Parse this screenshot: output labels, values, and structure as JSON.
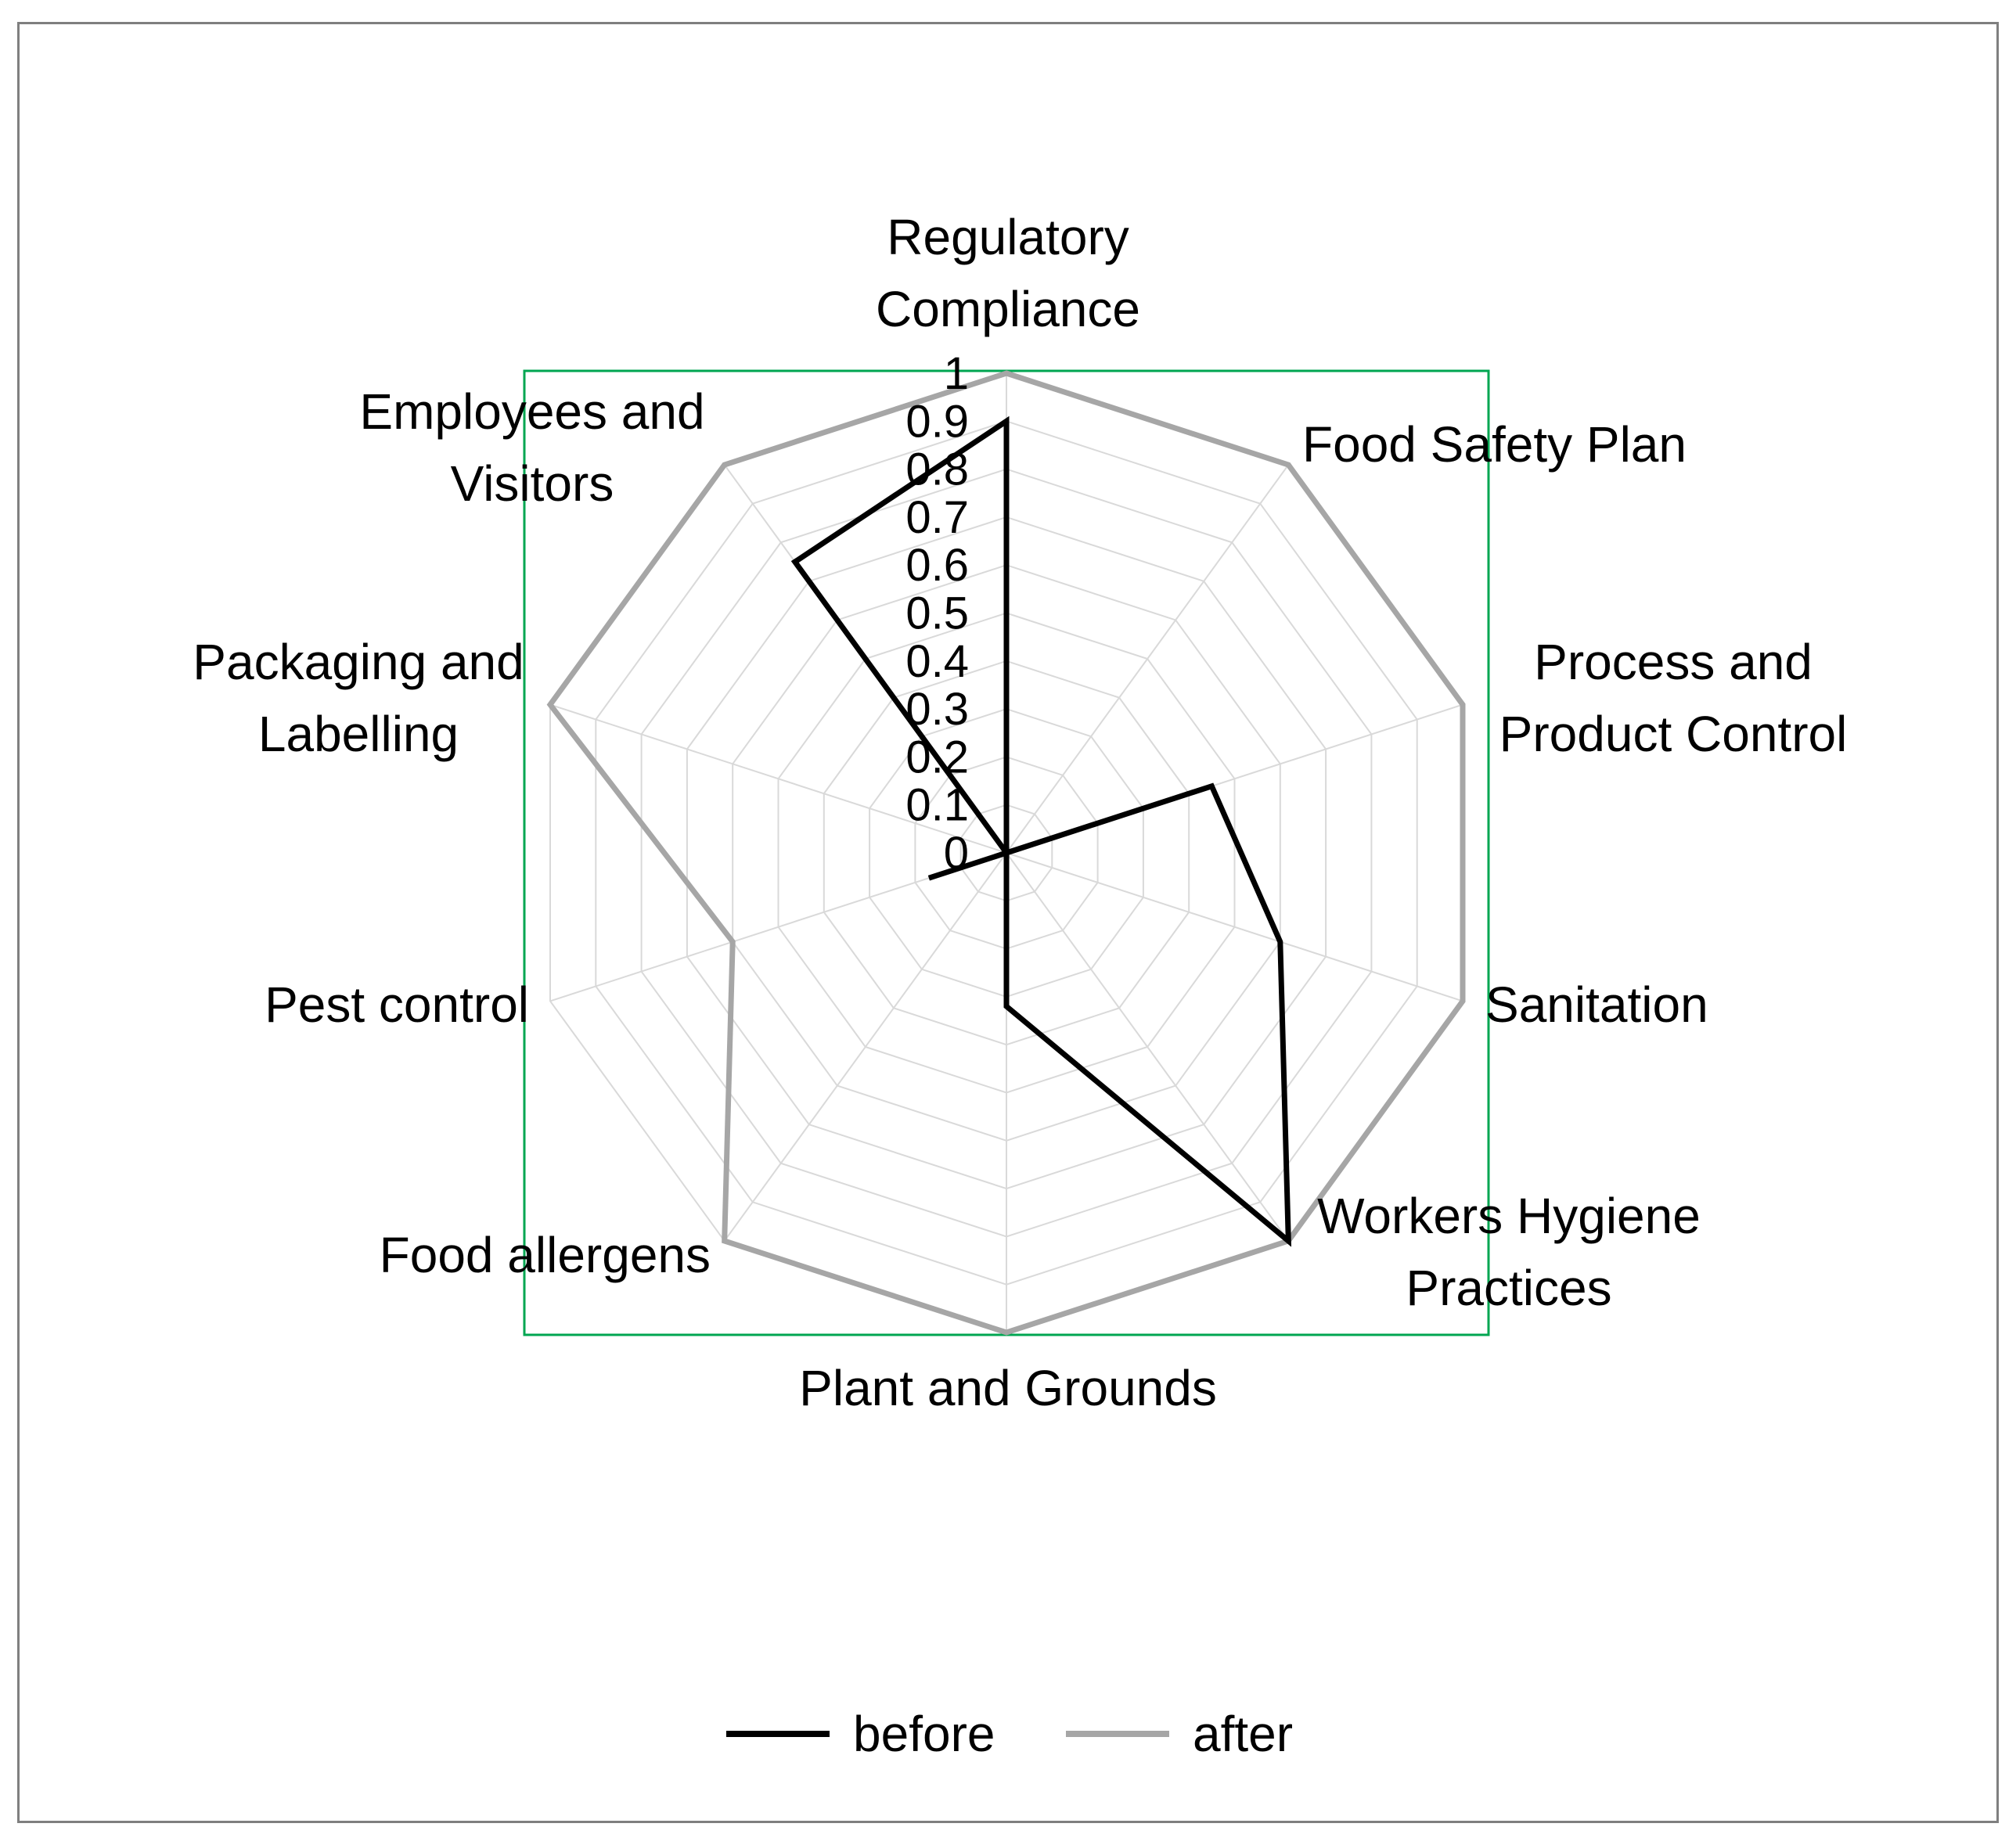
{
  "chart_data": {
    "type": "radar",
    "categories": [
      [
        "Regulatory",
        "Compliance"
      ],
      [
        "Food Safety Plan"
      ],
      [
        "Process and",
        "Product Control"
      ],
      [
        "Sanitation"
      ],
      [
        "Workers Hygiene",
        "Practices"
      ],
      [
        "Plant and Grounds"
      ],
      [
        "Food allergens"
      ],
      [
        "Pest control"
      ],
      [
        "Packaging and",
        "Labelling"
      ],
      [
        "Employees and",
        "Visitors"
      ]
    ],
    "series": [
      {
        "name": "before",
        "color": "#000000",
        "values": [
          0.9,
          0.0,
          0.45,
          0.6,
          1.0,
          0.32,
          0.0,
          0.17,
          0.0,
          0.75
        ]
      },
      {
        "name": "after",
        "color": "#a6a6a6",
        "values": [
          1.0,
          1.0,
          1.0,
          1.0,
          1.0,
          1.0,
          1.0,
          0.6,
          1.0,
          1.0
        ]
      }
    ],
    "rlim": [
      0,
      1
    ],
    "ticks": [
      "0",
      "0.1",
      "0.2",
      "0.3",
      "0.4",
      "0.5",
      "0.6",
      "0.7",
      "0.8",
      "0.9",
      "1"
    ],
    "grid": true,
    "legend_position": "bottom",
    "colors": {
      "grid": "#d9d9d9",
      "frame": "#7f7f7f",
      "plot_area_border": "#00a651"
    }
  }
}
